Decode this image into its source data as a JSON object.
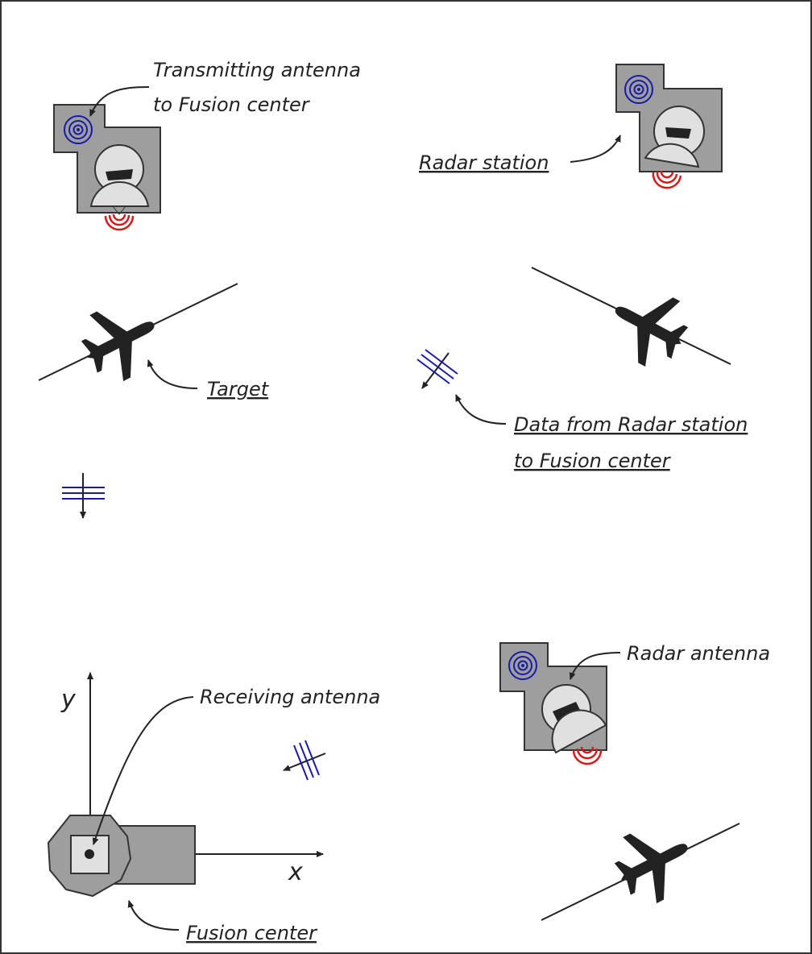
{
  "labels": {
    "transmitting_antenna_line1": "Transmitting antenna",
    "transmitting_antenna_line2": "to Fusion center",
    "radar_station": "Radar station",
    "target": "Target",
    "data_line1": "Data from Radar station",
    "data_line2": "to Fusion center",
    "radar_antenna": "Radar antenna",
    "receiving_antenna": "Receiving antenna",
    "fusion_center": "Fusion center",
    "axis_x": "x",
    "axis_y": "y"
  },
  "colors": {
    "frame": "#333333",
    "station_fill": "#9e9e9e",
    "dish_fill": "#e0e0e0",
    "signal_blue": "#1a1aa8",
    "signal_red": "#d61a1a",
    "aircraft": "#222222",
    "text": "#222222"
  },
  "icons": {
    "station": "radar-station-icon",
    "aircraft": "airplane-icon",
    "data_link": "data-transmission-icon",
    "fusion": "fusion-center-icon"
  }
}
